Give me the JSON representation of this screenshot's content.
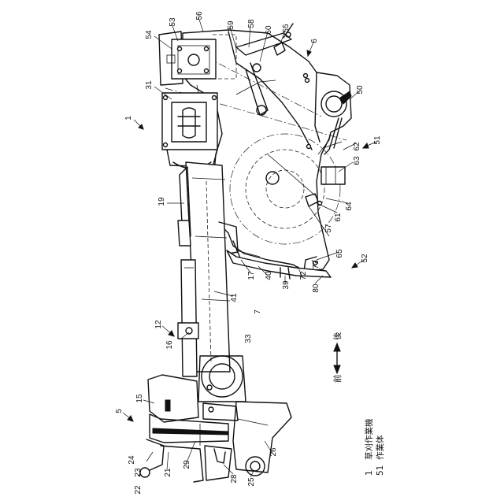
{
  "figure": {
    "callouts": [
      {
        "id": "c53",
        "text": "53"
      },
      {
        "id": "c56",
        "text": "56"
      },
      {
        "id": "c59",
        "text": "59"
      },
      {
        "id": "c58",
        "text": "58"
      },
      {
        "id": "c60",
        "text": "60"
      },
      {
        "id": "c55",
        "text": "55"
      },
      {
        "id": "c6",
        "text": "6"
      },
      {
        "id": "c54",
        "text": "54"
      },
      {
        "id": "c31",
        "text": "31"
      },
      {
        "id": "c50",
        "text": "50"
      },
      {
        "id": "c1",
        "text": "1"
      },
      {
        "id": "c51",
        "text": "51"
      },
      {
        "id": "c62",
        "text": "62"
      },
      {
        "id": "c63",
        "text": "63"
      },
      {
        "id": "c19",
        "text": "19"
      },
      {
        "id": "c64",
        "text": "64"
      },
      {
        "id": "c61",
        "text": "61"
      },
      {
        "id": "c57",
        "text": "57"
      },
      {
        "id": "c65",
        "text": "65"
      },
      {
        "id": "c52",
        "text": "52"
      },
      {
        "id": "c73",
        "text": "73"
      },
      {
        "id": "c72",
        "text": "72"
      },
      {
        "id": "c17",
        "text": "17"
      },
      {
        "id": "c40",
        "text": "40"
      },
      {
        "id": "c39",
        "text": "39"
      },
      {
        "id": "c80",
        "text": "80"
      },
      {
        "id": "c41",
        "text": "41"
      },
      {
        "id": "c7",
        "text": "7"
      },
      {
        "id": "c12",
        "text": "12"
      },
      {
        "id": "c33",
        "text": "33"
      },
      {
        "id": "c16",
        "text": "16"
      },
      {
        "id": "c15",
        "text": "15"
      },
      {
        "id": "c5",
        "text": "5"
      },
      {
        "id": "c29",
        "text": "29"
      },
      {
        "id": "c26",
        "text": "26"
      },
      {
        "id": "c24",
        "text": "24"
      },
      {
        "id": "c23",
        "text": "23"
      },
      {
        "id": "c22",
        "text": "22"
      },
      {
        "id": "c21",
        "text": "21"
      },
      {
        "id": "c28",
        "text": "28"
      },
      {
        "id": "c25",
        "text": "25"
      }
    ],
    "direction": {
      "front": "前",
      "rear": "後"
    },
    "legend": [
      {
        "num": "1",
        "text": "草刈作業機"
      },
      {
        "num": "51",
        "text": "作業体"
      }
    ]
  }
}
